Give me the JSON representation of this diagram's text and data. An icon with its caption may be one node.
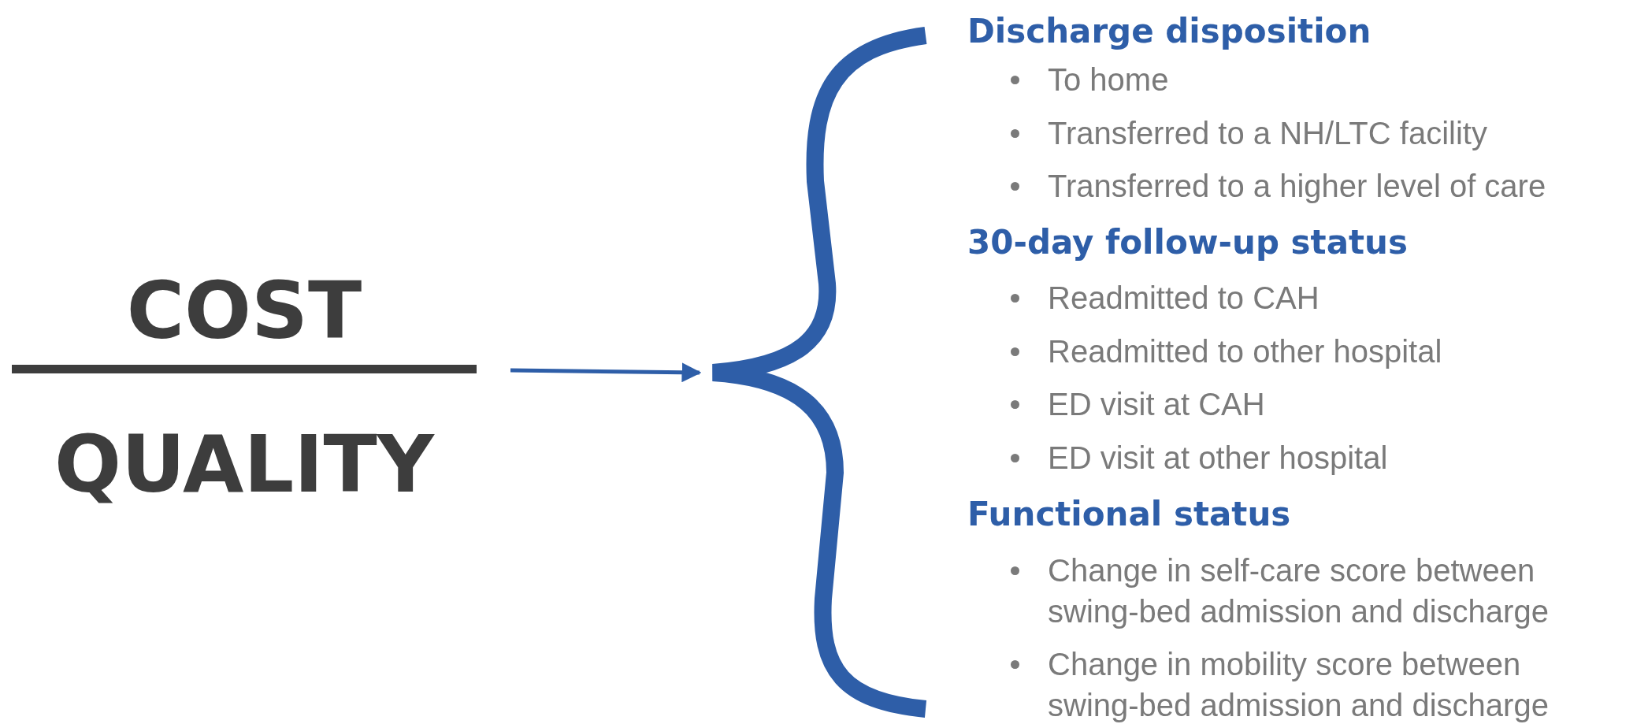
{
  "diagram": {
    "nodes": [
      {
        "text": [
          "COST",
          "QUALITY"
        ]
      },
      {
        "text": [],
        "shape": "brace"
      }
    ],
    "edges": [
      {
        "from": 0,
        "to": 1,
        "arrow": "to"
      }
    ],
    "labels": [
      "Discharge disposition",
      "To home",
      "Transferred to a NH/LTC facility",
      "Transferred to a higher level of care",
      "30-day follow-up status",
      "Readmitted to CAH",
      "Readmitted to other hospital",
      "ED visit at CAH",
      "ED visit at other hospital",
      "Functional status",
      "Change in self-care score between swing-bed admission and discharge",
      "Change in mobility score between swing-bed admission and discharge"
    ]
  }
}
